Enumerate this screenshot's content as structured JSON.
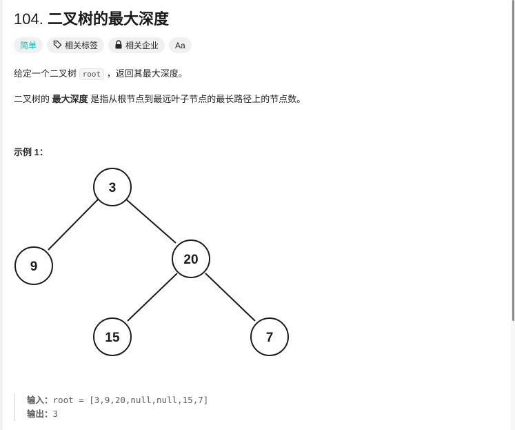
{
  "problem": {
    "number": "104.",
    "title": "二叉树的最大深度"
  },
  "tags": {
    "difficulty": "简单",
    "related_tags": "相关标签",
    "related_companies": "相关企业",
    "translate": "Aa"
  },
  "description": {
    "line1_pre": "给定一个二叉树",
    "line1_code": "root",
    "line1_post": "，返回其最大深度。",
    "line2_pre": "二叉树的",
    "line2_bold": "最大深度",
    "line2_post": "是指从根节点到最远叶子节点的最长路径上的节点数。"
  },
  "example": {
    "heading": "示例 1：",
    "tree": {
      "root": "3",
      "left": "9",
      "right": "20",
      "right_left": "15",
      "right_right": "7"
    },
    "input_label": "输入：",
    "input_value": "root = [3,9,20,null,null,15,7]",
    "output_label": "输出：",
    "output_value": "3"
  },
  "colors": {
    "easy": "#1cb8b8"
  }
}
